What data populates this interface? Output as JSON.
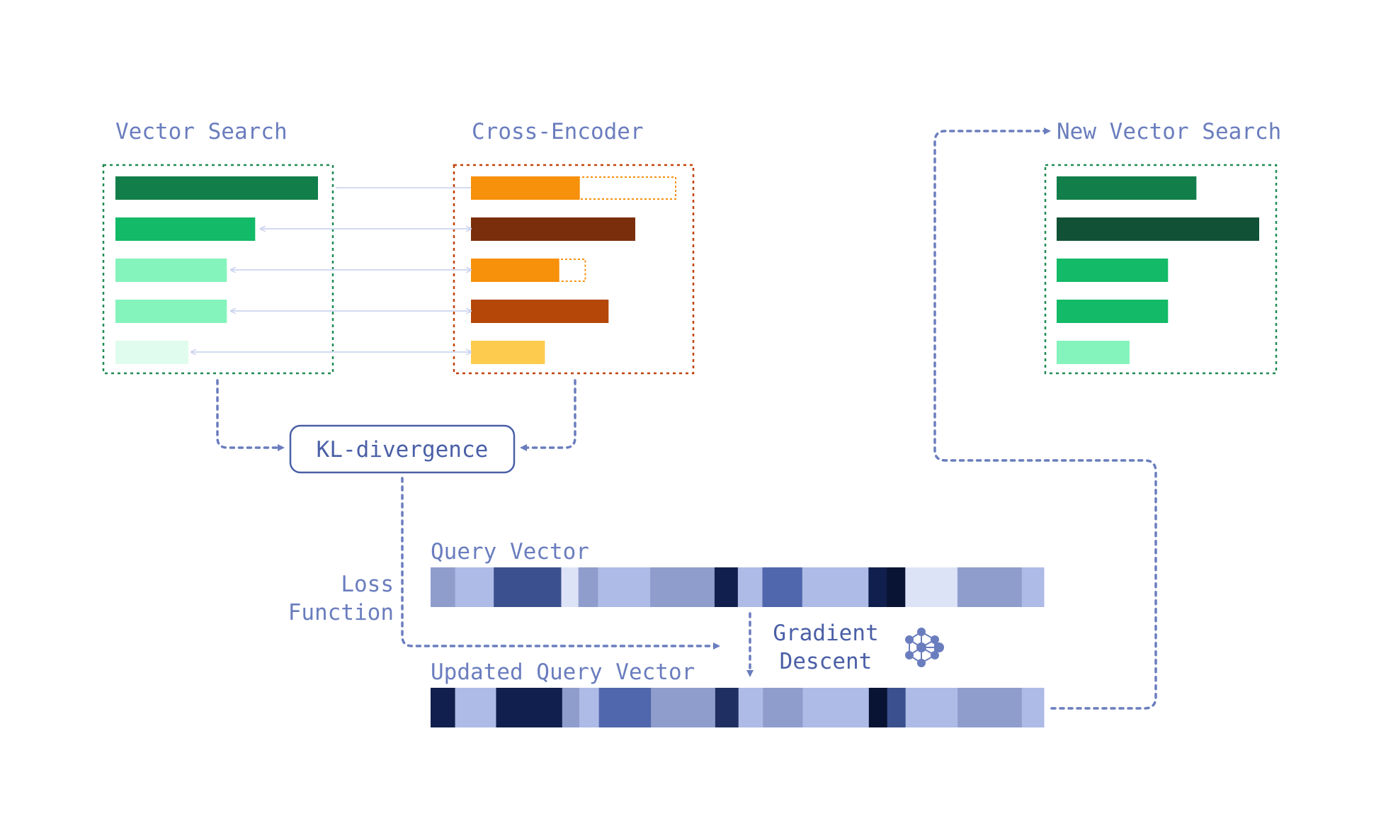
{
  "vector_search": {
    "title": "Vector Search",
    "bars": [
      {
        "value": 1.0,
        "color": "#127E4A"
      },
      {
        "value": 0.69,
        "color": "#13BA67"
      },
      {
        "value": 0.55,
        "color": "#84F4BC"
      },
      {
        "value": 0.55,
        "color": "#84F4BC"
      },
      {
        "value": 0.36,
        "color": "#E0FCEE"
      }
    ]
  },
  "cross_encoder": {
    "title": "Cross-Encoder",
    "bars": [
      {
        "value": 0.53,
        "outline": 1.0,
        "color": "#F7900B"
      },
      {
        "value": 0.8,
        "outline": null,
        "color": "#7B2E0C"
      },
      {
        "value": 0.43,
        "outline": 0.56,
        "color": "#F7900B"
      },
      {
        "value": 0.67,
        "outline": null,
        "color": "#B54708"
      },
      {
        "value": 0.36,
        "outline": null,
        "color": "#FDCB4E"
      }
    ]
  },
  "new_vector_search": {
    "title": "New Vector Search",
    "bars": [
      {
        "value": 0.69,
        "color": "#127E4A"
      },
      {
        "value": 1.0,
        "color": "#115135"
      },
      {
        "value": 0.55,
        "color": "#13BA67"
      },
      {
        "value": 0.55,
        "color": "#13BA67"
      },
      {
        "value": 0.36,
        "color": "#84F4BC"
      }
    ]
  },
  "kl_box": {
    "label": "KL-divergence"
  },
  "loss_function": {
    "line1": "Loss",
    "line2": "Function"
  },
  "gradient_descent": {
    "line1": "Gradient",
    "line2": "Descent"
  },
  "query_vector": {
    "title": "Query Vector",
    "cells": [
      {
        "w": 0.04,
        "c": "#8F9DCD"
      },
      {
        "w": 0.063,
        "c": "#AEBBE6"
      },
      {
        "w": 0.11,
        "c": "#3B508E"
      },
      {
        "w": 0.028,
        "c": "#DDE3F7"
      },
      {
        "w": 0.032,
        "c": "#8F9DCD"
      },
      {
        "w": 0.085,
        "c": "#AEBBE6"
      },
      {
        "w": 0.105,
        "c": "#8F9DCD"
      },
      {
        "w": 0.038,
        "c": "#101F4D"
      },
      {
        "w": 0.04,
        "c": "#AEBBE6"
      },
      {
        "w": 0.065,
        "c": "#5066AD"
      },
      {
        "w": 0.108,
        "c": "#AEBBE6"
      },
      {
        "w": 0.03,
        "c": "#101F4D"
      },
      {
        "w": 0.03,
        "c": "#091333"
      },
      {
        "w": 0.085,
        "c": "#DDE3F7"
      },
      {
        "w": 0.105,
        "c": "#8F9DCD"
      },
      {
        "w": 0.036,
        "c": "#AEBBE6"
      }
    ]
  },
  "updated_query_vector": {
    "title": "Updated Query Vector",
    "cells": [
      {
        "w": 0.04,
        "c": "#101F4D"
      },
      {
        "w": 0.067,
        "c": "#AEBBE6"
      },
      {
        "w": 0.108,
        "c": "#101F4D"
      },
      {
        "w": 0.028,
        "c": "#8F9DCD"
      },
      {
        "w": 0.032,
        "c": "#AEBBE6"
      },
      {
        "w": 0.085,
        "c": "#5066AD"
      },
      {
        "w": 0.105,
        "c": "#8F9DCD"
      },
      {
        "w": 0.038,
        "c": "#1F2F61"
      },
      {
        "w": 0.04,
        "c": "#AEBBE6"
      },
      {
        "w": 0.065,
        "c": "#8F9DCD"
      },
      {
        "w": 0.108,
        "c": "#AEBBE6"
      },
      {
        "w": 0.03,
        "c": "#091333"
      },
      {
        "w": 0.03,
        "c": "#3B508E"
      },
      {
        "w": 0.085,
        "c": "#AEBBE6"
      },
      {
        "w": 0.105,
        "c": "#8F9DCD"
      },
      {
        "w": 0.036,
        "c": "#AEBBE6"
      }
    ]
  },
  "icons": {
    "gradient": "neural-network-icon"
  },
  "colors": {
    "arrow": "#6A7DBE",
    "green_border": "#1F8A52",
    "orange_border": "#C2410C",
    "kl_border": "#4A5FA6"
  }
}
